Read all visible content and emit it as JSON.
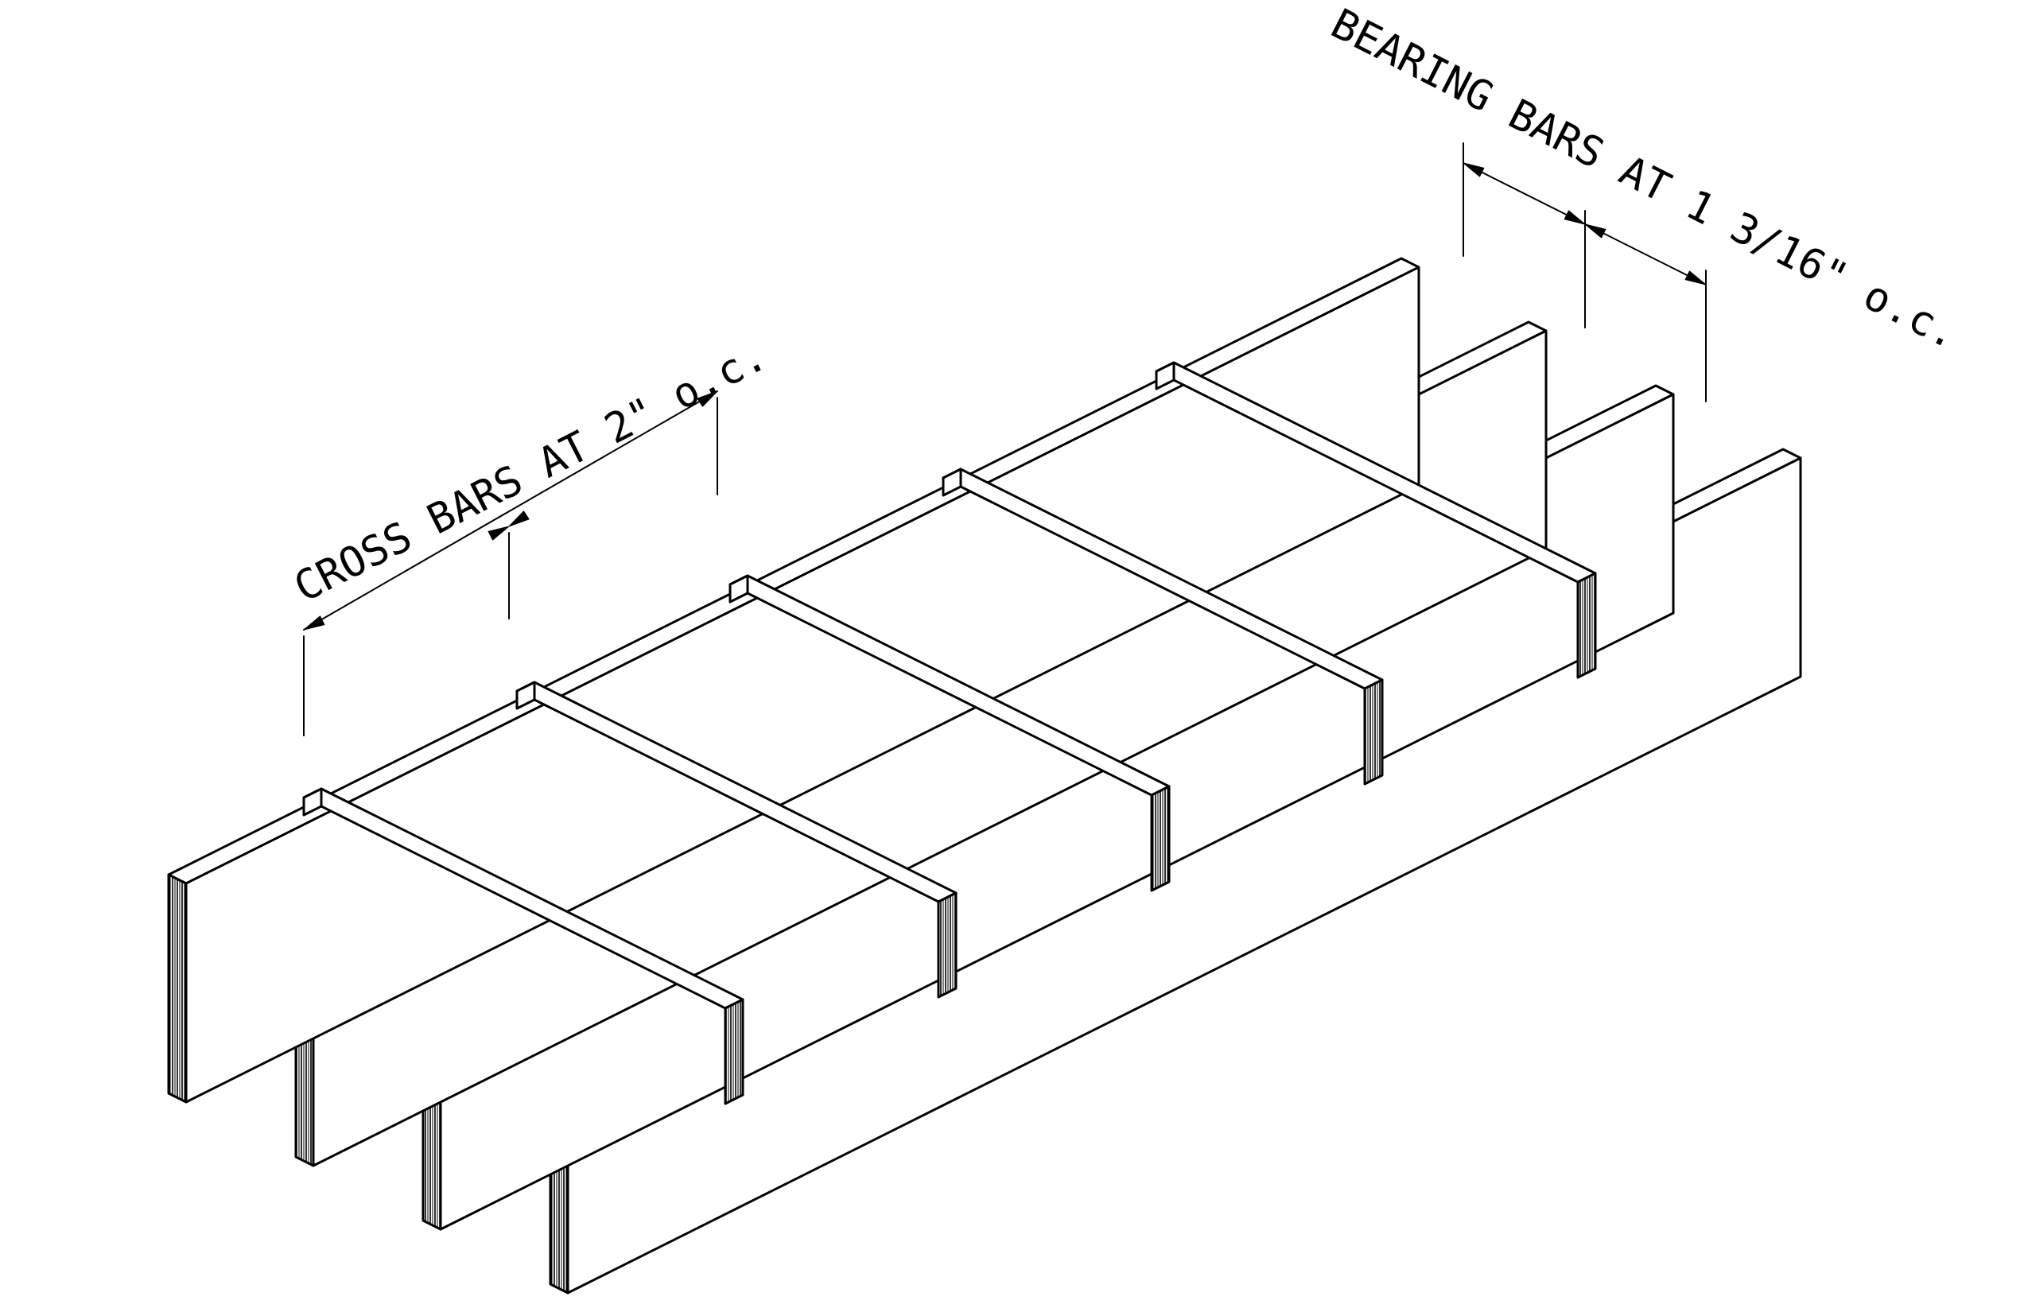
{
  "drawing": {
    "title": "",
    "line_color": "#000000",
    "background": "#ffffff",
    "subject": "bar-grating",
    "labels": {
      "cross_bars": "CROSS BARS AT 2\" o.c.",
      "bearing_bars": "BEARING BARS AT 1 3/16\" o.c."
    }
  }
}
